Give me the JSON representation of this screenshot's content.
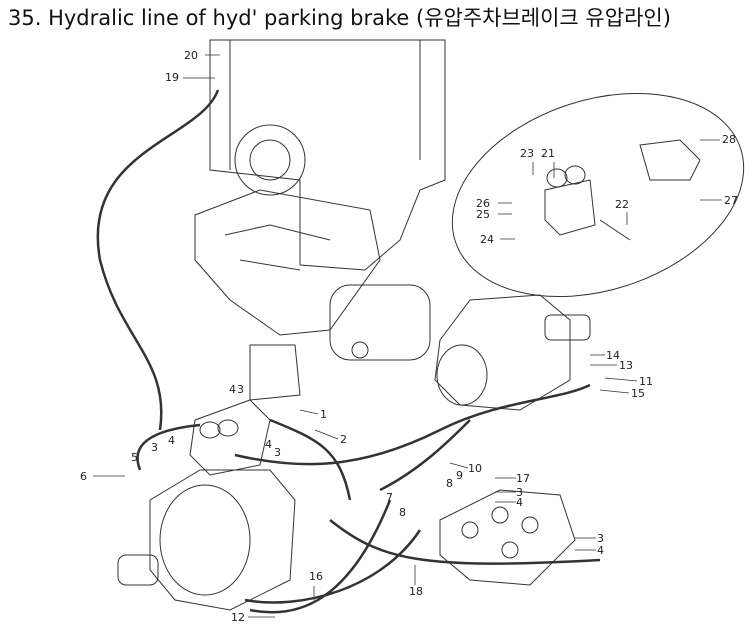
{
  "title": "35. Hydralic line of hyd' parking brake (유압주차브레이크 유압라인)",
  "callouts": {
    "c20": "20",
    "c19": "19",
    "c23": "23",
    "c21": "21",
    "c28": "28",
    "c26": "26",
    "c25": "25",
    "c22": "22",
    "c27": "27",
    "c24": "24",
    "c14": "14",
    "c13": "13",
    "c11": "11",
    "c15": "15",
    "c1": "1",
    "c2": "2",
    "c43a": "4",
    "c43b": "3",
    "c4a": "4",
    "c3a": "3",
    "c5": "5",
    "c6": "6",
    "c4b": "4",
    "c3b": "3",
    "c10": "10",
    "c9": "9",
    "c17": "17",
    "c3c": "3",
    "c4c": "4",
    "c8a": "8",
    "c7": "7",
    "c8b": "8",
    "c3d": "3",
    "c4d": "4",
    "c16": "16",
    "c18": "18",
    "c12": "12"
  },
  "colors": {
    "ink": "#222222",
    "background": "#ffffff"
  }
}
